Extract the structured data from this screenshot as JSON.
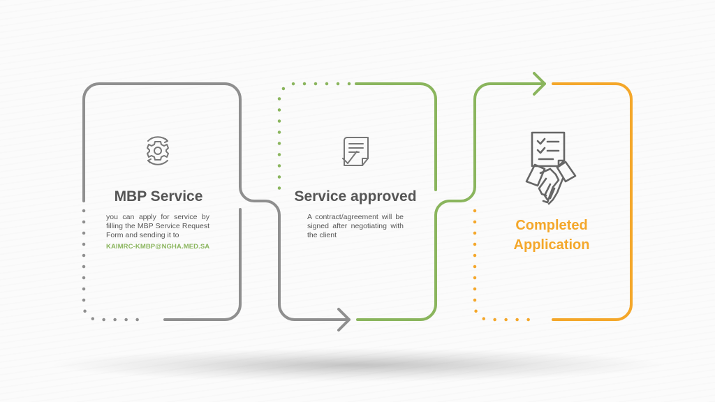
{
  "steps": [
    {
      "title": "MBP Service",
      "description": "you can apply for service by filling the MBP Service Request Form and sending it to",
      "email": "KAIMRC-KMBP@NGHA.MED.SA",
      "icon": "gear-icon",
      "color": "#8f8f8f"
    },
    {
      "title": "Service approved",
      "description": "A contract/agreement will be signed after negotiating with the client",
      "icon": "signed-document-icon",
      "color": "#8ab55d"
    },
    {
      "title_lines": [
        "Completed",
        "Application"
      ],
      "icon": "handshake-contract-icon",
      "color": "#f4a72a"
    }
  ],
  "colors": {
    "gray": "#8f8f8f",
    "green": "#8ab55d",
    "orange": "#f4a72a",
    "text": "#555555"
  }
}
